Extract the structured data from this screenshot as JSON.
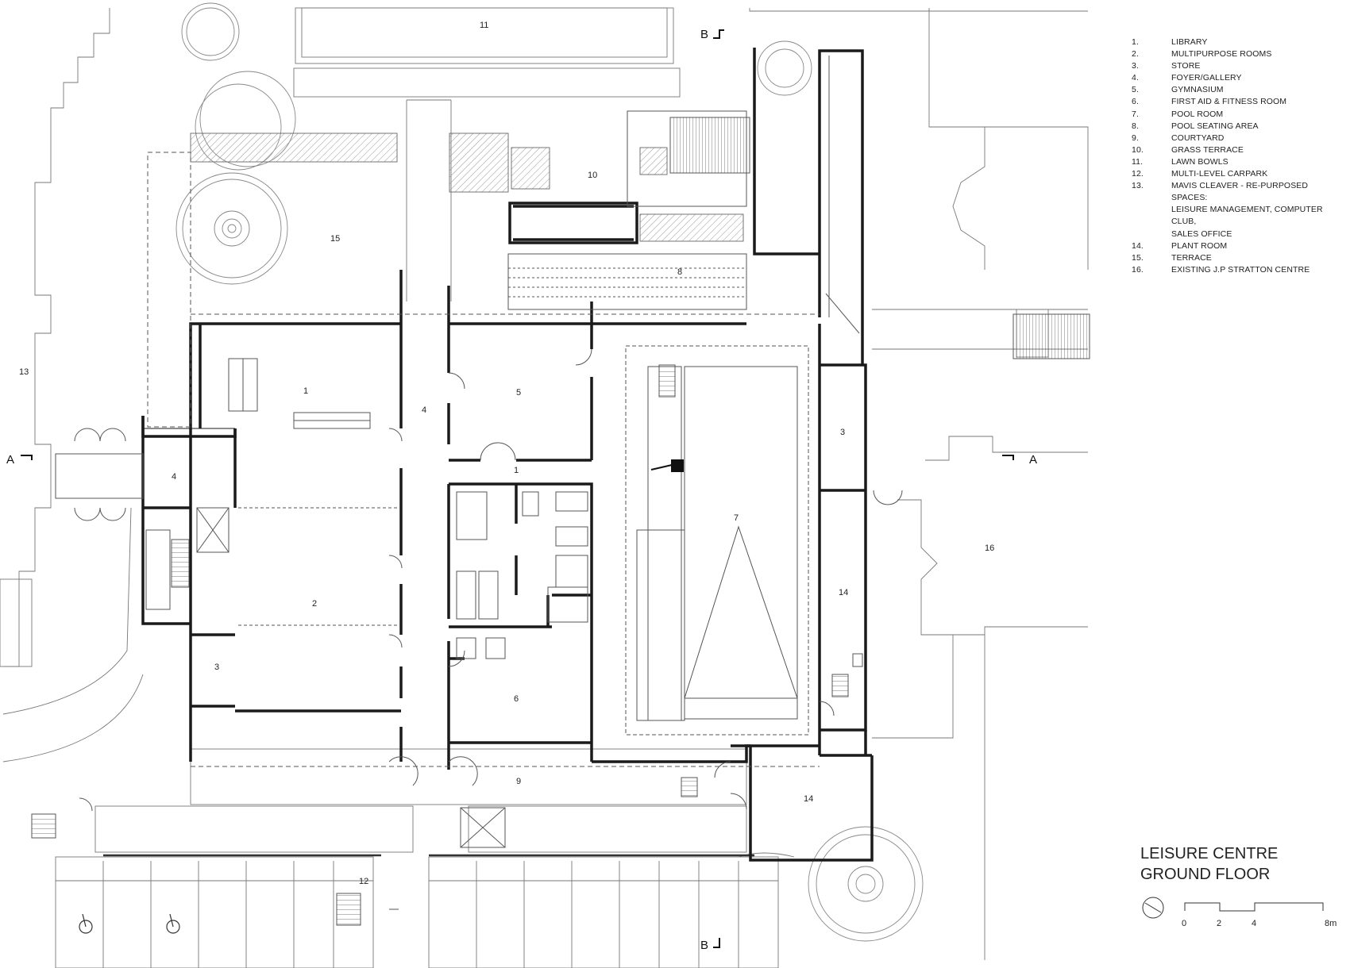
{
  "legend": [
    {
      "num": "1.",
      "label": "LIBRARY"
    },
    {
      "num": "2.",
      "label": "MULTIPURPOSE ROOMS"
    },
    {
      "num": "3.",
      "label": "STORE"
    },
    {
      "num": "4.",
      "label": "FOYER/GALLERY"
    },
    {
      "num": "5.",
      "label": "GYMNASIUM"
    },
    {
      "num": "6.",
      "label": "FIRST AID & FITNESS ROOM"
    },
    {
      "num": "7.",
      "label": "POOL ROOM"
    },
    {
      "num": "8.",
      "label": "POOL SEATING AREA"
    },
    {
      "num": "9.",
      "label": "COURTYARD"
    },
    {
      "num": "10.",
      "label": "GRASS TERRACE"
    },
    {
      "num": "11.",
      "label": "LAWN BOWLS"
    },
    {
      "num": "12.",
      "label": "MULTI-LEVEL CARPARK"
    },
    {
      "num": "13.",
      "label": "MAVIS CLEAVER - RE-PURPOSED SPACES:"
    },
    {
      "num": "",
      "label": "LEISURE MANAGEMENT, COMPUTER CLUB,"
    },
    {
      "num": "",
      "label": "SALES OFFICE"
    },
    {
      "num": "14.",
      "label": "PLANT ROOM"
    },
    {
      "num": "15.",
      "label": "TERRACE"
    },
    {
      "num": "16.",
      "label": "EXISTING J.P STRATTON CENTRE"
    }
  ],
  "title": {
    "line1": "LEISURE CENTRE",
    "line2": "GROUND FLOOR"
  },
  "scale": {
    "t0": "0",
    "t2": "2",
    "t4": "4",
    "t8": "8m"
  },
  "section_marks": {
    "a_left": "A",
    "a_right": "A",
    "b_top": "B",
    "b_bottom": "B"
  },
  "room_labels": {
    "library": "1",
    "multipurpose": "2",
    "store_left": "3",
    "store_right": "3",
    "foyer": "4",
    "corridor": "4",
    "gymnasium": "5",
    "first_aid": "6",
    "pool_room": "7",
    "pool_seating": "8",
    "courtyard": "9",
    "grass_terrace": "10",
    "lawn_bowls": "11",
    "carpark": "12",
    "mavis_cleaver": "13",
    "plant_room_east": "14",
    "plant_room_south": "14",
    "terrace": "15",
    "stratton": "16",
    "corridor_1": "1"
  },
  "colors": {
    "wall": "#1a1a1a",
    "line": "#555555",
    "thin": "#8a8a8a",
    "paper": "#ffffff"
  }
}
